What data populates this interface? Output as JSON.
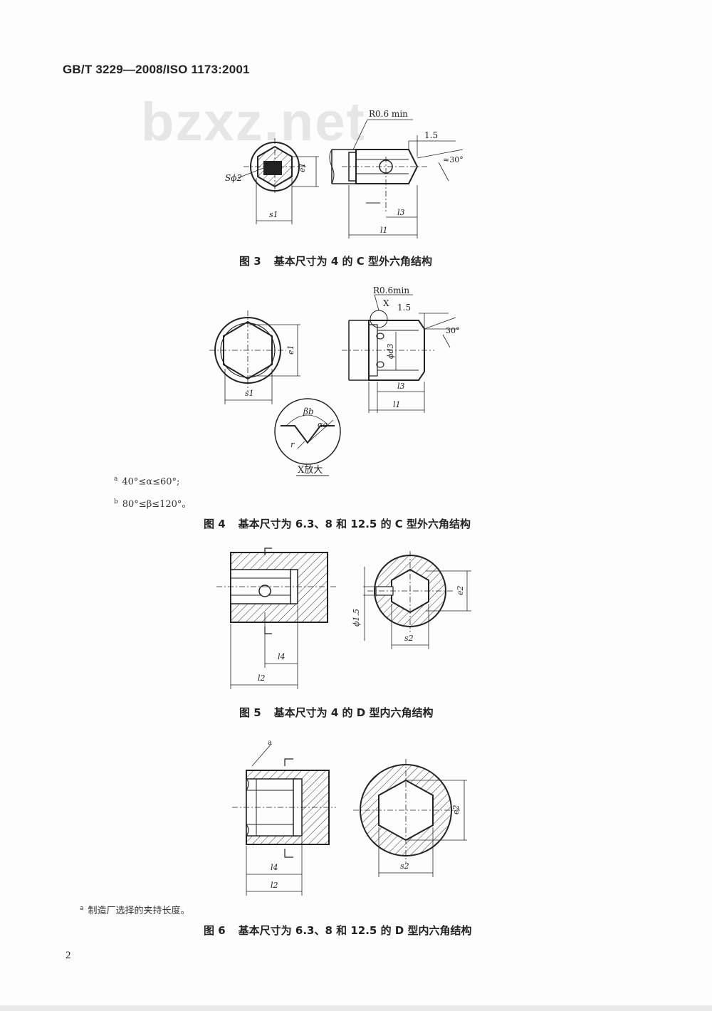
{
  "header": {
    "standard_code": "GB/T 3229—2008/ISO 1173:2001"
  },
  "watermark": "bzxz.net",
  "figure3": {
    "caption_num": "图 3",
    "caption_text": "基本尺寸为 4 的 C 型外六角结构",
    "labels": {
      "radius": "R0.6 min",
      "chamfer_len": "1.5",
      "angle": "≈30°",
      "sphere": "Sϕ2",
      "e1": "e1",
      "s1": "s1",
      "l3": "l3",
      "l1": "l1"
    }
  },
  "figure4": {
    "caption_num": "图 4",
    "caption_text": "基本尺寸为 6.3、8 和 12.5 的 C 型外六角结构",
    "labels": {
      "radius": "R0.6min",
      "detail_mark": "X",
      "chamfer_len": "1.5",
      "angle": "30°",
      "e1": "e1",
      "d3": "ϕd3",
      "s1": "s1",
      "l3": "l3",
      "l1": "l1",
      "beta": "βb",
      "alpha": "αa",
      "r": "r",
      "detail_caption": "X放大"
    },
    "notes": [
      {
        "mark": "a",
        "text": "40°≤α≤60°;"
      },
      {
        "mark": "b",
        "text": "80°≤β≤120°。"
      }
    ]
  },
  "figure5": {
    "caption_num": "图 5",
    "caption_text": "基本尺寸为 4 的 D 型内六角结构",
    "labels": {
      "hole": "ϕ1.5",
      "e2": "e2",
      "s2": "s2",
      "l4": "l4",
      "l2": "l2"
    }
  },
  "figure6": {
    "caption_num": "图 6",
    "caption_text": "基本尺寸为 6.3、8 和 12.5 的 D 型内六角结构",
    "labels": {
      "mark_a": "a",
      "e2": "e2",
      "s2": "s2",
      "l4": "l4",
      "l2": "l2"
    },
    "notes": [
      {
        "mark": "a",
        "text": "制造厂选择的夹持长度。"
      }
    ]
  },
  "page_number": "2"
}
